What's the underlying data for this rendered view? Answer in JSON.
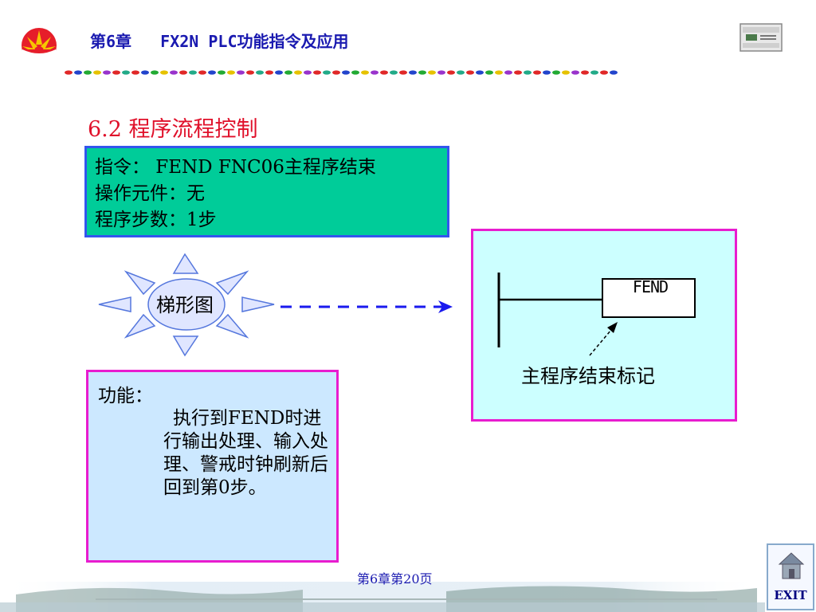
{
  "header": {
    "title": "第6章   FX2N PLC功能指令及应用"
  },
  "section_title": "6.2 程序流程控制",
  "instruction": {
    "line1": "指令：  FEND FNC06主程序结束",
    "line2": "操作元件：无",
    "line3": "程序步数：1步"
  },
  "burst_label": "梯形图",
  "ladder": {
    "instruction": "FEND",
    "annotation": "主程序结束标记"
  },
  "function": {
    "label": "功能：",
    "text": "执行到FEND时进行输出处理、输入处理、警戒时钟刷新后回到第0步。"
  },
  "footer": {
    "page": "第6章第20页"
  },
  "nav": {
    "exit_label": "EXIT"
  },
  "colors": {
    "accent_red": "#e0102a",
    "title_blue": "#1a1ab0",
    "instr_bg": "#00cc99",
    "func_bg": "#cce8ff",
    "ladder_bg": "#ccffff",
    "border_magenta": "#e81ccf"
  }
}
